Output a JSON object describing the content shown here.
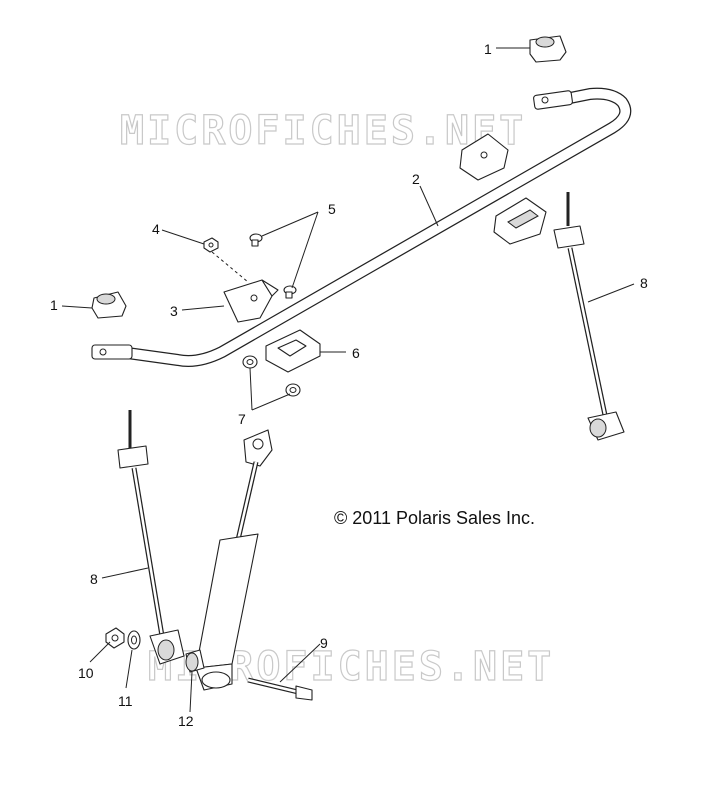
{
  "diagram": {
    "copyright": "© 2011 Polaris Sales Inc.",
    "watermark": "MICROFICHES.NET",
    "callouts": {
      "c1_top": "1",
      "c1_left": "1",
      "c2": "2",
      "c3": "3",
      "c4": "4",
      "c5": "5",
      "c6": "6",
      "c7": "7",
      "c8_right": "8",
      "c8_left": "8",
      "c9": "9",
      "c10": "10",
      "c11": "11",
      "c12": "12"
    }
  }
}
